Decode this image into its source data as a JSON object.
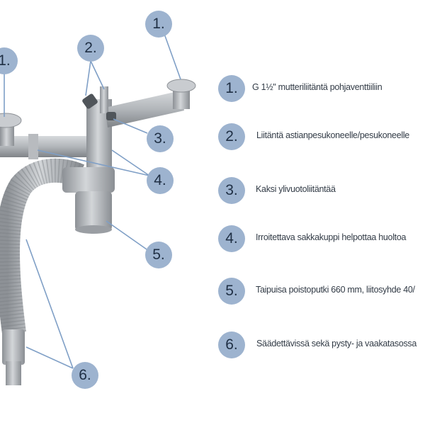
{
  "callouts": [
    "1.",
    "2.",
    "1.",
    "3.",
    "4.",
    "5.",
    "6."
  ],
  "legend": [
    {
      "number": "1.",
      "text": "G 1½\" mutteriliitäntä pohjaventtiiliin"
    },
    {
      "number": "2.",
      "text": "Liitäntä astianpesukoneelle/pesukoneelle"
    },
    {
      "number": "3.",
      "text": "Kaksi ylivuotoliitäntää"
    },
    {
      "number": "4.",
      "text": "Irroitettava sakkakuppi helpottaa huoltoa"
    },
    {
      "number": "5.",
      "text": "Taipuisa poistoputki 660 mm, liitosyhde 40/"
    },
    {
      "number": "6.",
      "text": "Säädettävissä sekä pysty- ja vaakatasossa"
    }
  ],
  "colors": {
    "badge": "#9db3cf",
    "badge_text": "#1f2f44",
    "pipe": "#a9adb2",
    "leader": "#7f9fc6"
  }
}
